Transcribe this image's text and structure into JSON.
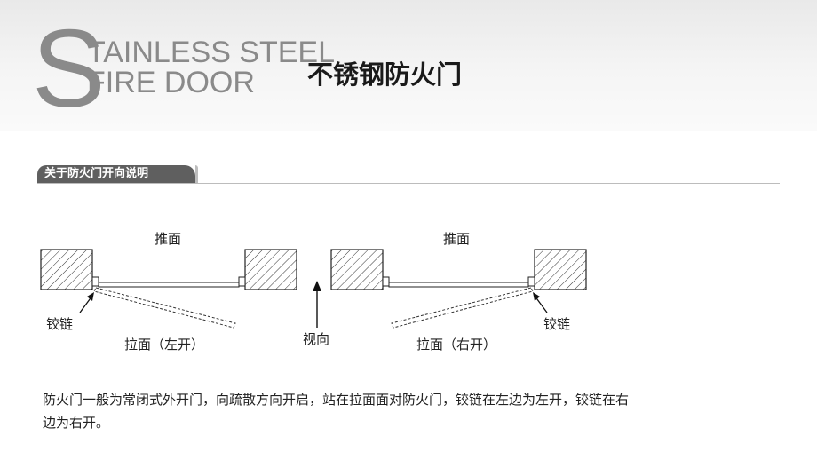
{
  "header": {
    "logo_letter": "S",
    "en_line1": "TAINLESS STEEL",
    "en_line2": "FIRE DOOR",
    "cn_title": "不锈钢防火门"
  },
  "section": {
    "title": "关于防火门开向说明"
  },
  "diagram": {
    "left": {
      "push_label": "推面",
      "hinge_label": "铰链",
      "pull_label": "拉面（左开）"
    },
    "center": {
      "view_label": "视向"
    },
    "right": {
      "push_label": "推面",
      "hinge_label": "铰链",
      "pull_label": "拉面（右开）"
    }
  },
  "description": "防火门一般为常闭式外开门，向疏散方向开启，站在拉面面对防火门，铰链在左边为左开，铰链在右边为右开。"
}
